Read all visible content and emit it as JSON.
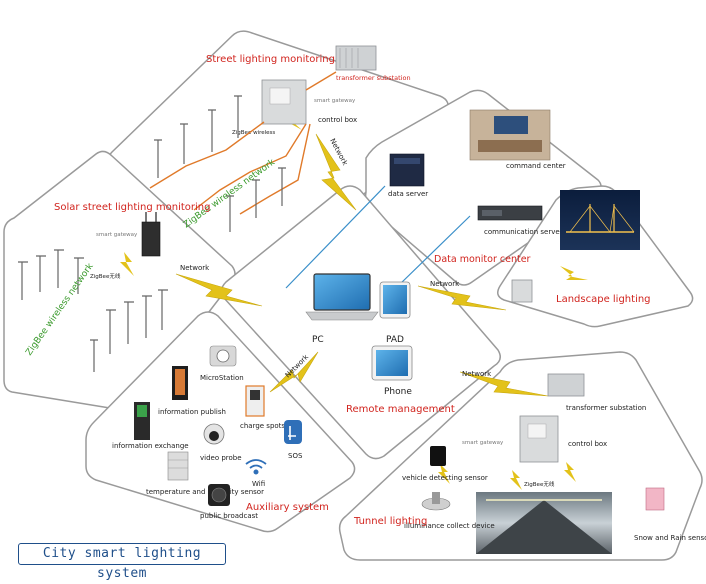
{
  "caption": "City smart lighting system",
  "center": {
    "pc": "PC",
    "pad": "PAD",
    "phone": "Phone",
    "title": "Remote management"
  },
  "links": {
    "network_top": "Network",
    "network_left": "Network",
    "network_right": "Network",
    "network_lower_left": "Network",
    "network_lower_right": "Network"
  },
  "street": {
    "title": "Street lighting monitoring",
    "substation": "transformer substation",
    "gateway": "smart gateway",
    "control_box": "control box",
    "zigbee_label": "ZigBee wireless",
    "zigbee_network": "ZigBee wireless network"
  },
  "solar": {
    "title": "Solar street lighting monitoring",
    "gateway": "smart gateway",
    "zigbee_label": "ZigBee无线",
    "zigbee_network": "ZigBee wireless network"
  },
  "monitor": {
    "data_server": "data server",
    "command_center": "command center",
    "comm_server": "communication server",
    "title": "Data monitor center"
  },
  "landscape": {
    "title": "Landscape lighting"
  },
  "aux": {
    "microstation": "MicroStation",
    "info_publish": "information publish",
    "info_exchange": "information exchange",
    "charge_spots": "charge spots",
    "sos": "SOS",
    "video_probe": "video probe",
    "wifi": "Wifi",
    "temp_humidity": "temperature and humidity sensor",
    "public_broadcast": "public broadcast",
    "title": "Auxiliary system"
  },
  "tunnel": {
    "substation": "transformer substation",
    "gateway": "smart gateway",
    "control_box": "control box",
    "vehicle_sensor": "vehicle detecting sensor",
    "zigbee_label": "ZigBee无线",
    "illuminance": "illuminance collect device",
    "snow_rain": "Snow and Rain sensor",
    "title": "Tunnel lighting"
  },
  "colors": {
    "panel_border": "#9a9a9a",
    "accent_red": "#d1241e",
    "accent_green": "#3a9a2c",
    "lightning": "#e3c21a",
    "wire_orange": "#e07a2a",
    "link_blue": "#3a8fc9"
  }
}
